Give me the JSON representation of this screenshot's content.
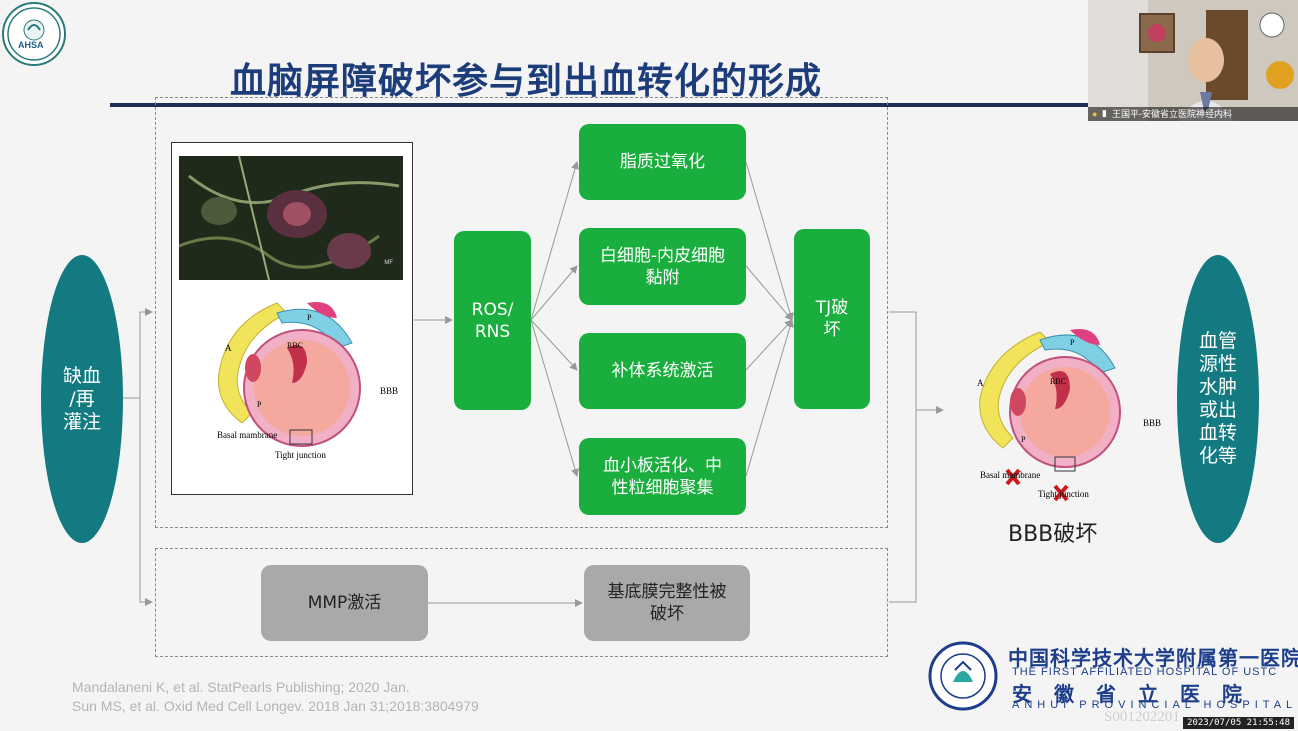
{
  "slide": {
    "title": "血脑屏障破坏参与到出血转化的形成",
    "left_oval": "缺血\n/再\n灌注",
    "right_oval": "血管\n源性\n水肿\n或出\n血转\n化等",
    "ros": "ROS/\nRNS",
    "mechanisms": [
      "脂质过氧化",
      "白细胞-内皮细胞\n黏附",
      "补体系统激活",
      "血小板活化、中\n性粒细胞聚集"
    ],
    "tj": "TJ破\n坏",
    "mmp": "MMP激活",
    "basement": "基底膜完整性被\n破坏",
    "bbb_destroyed": "BBB破坏",
    "diagram_left": {
      "bbb": "BBB",
      "basal": "Basal mambrane",
      "tight": "Tight junction",
      "rbc": "RBC",
      "a": "A",
      "p": "P",
      "p2": "P",
      "micro_label": "MF"
    },
    "diagram_right": {
      "bbb": "BBB",
      "basal": "Basal mambrane",
      "tight": "Tight junction",
      "rbc": "RBC",
      "a": "A",
      "p": "P",
      "p2": "P"
    },
    "references": [
      "Mandalaneni K, et al. StatPearls Publishing; 2020 Jan.",
      "Sun MS, et al. Oxid Med Cell Longev. 2018 Jan 31;2018:3804979"
    ],
    "hospital": {
      "cn_name": "中国科学技术大学附属第一医院",
      "en_name": "THE FIRST AFFILIATED HOSPITAL OF USTC",
      "cn_provincial": "安徽省立医院",
      "en_provincial": "ANHUI PROVINCIAL HOSPITAL",
      "watermark": "S001202201"
    },
    "logo_text": "AHSA"
  },
  "webcam": {
    "label": "王国平-安徽省立医院神经内科"
  },
  "timestamp": "2023/07/05 21:55:48",
  "colors": {
    "teal": "#127a80",
    "green": "#1aae3e",
    "gray": "#a9a9a9",
    "title": "#1c3c7a"
  }
}
